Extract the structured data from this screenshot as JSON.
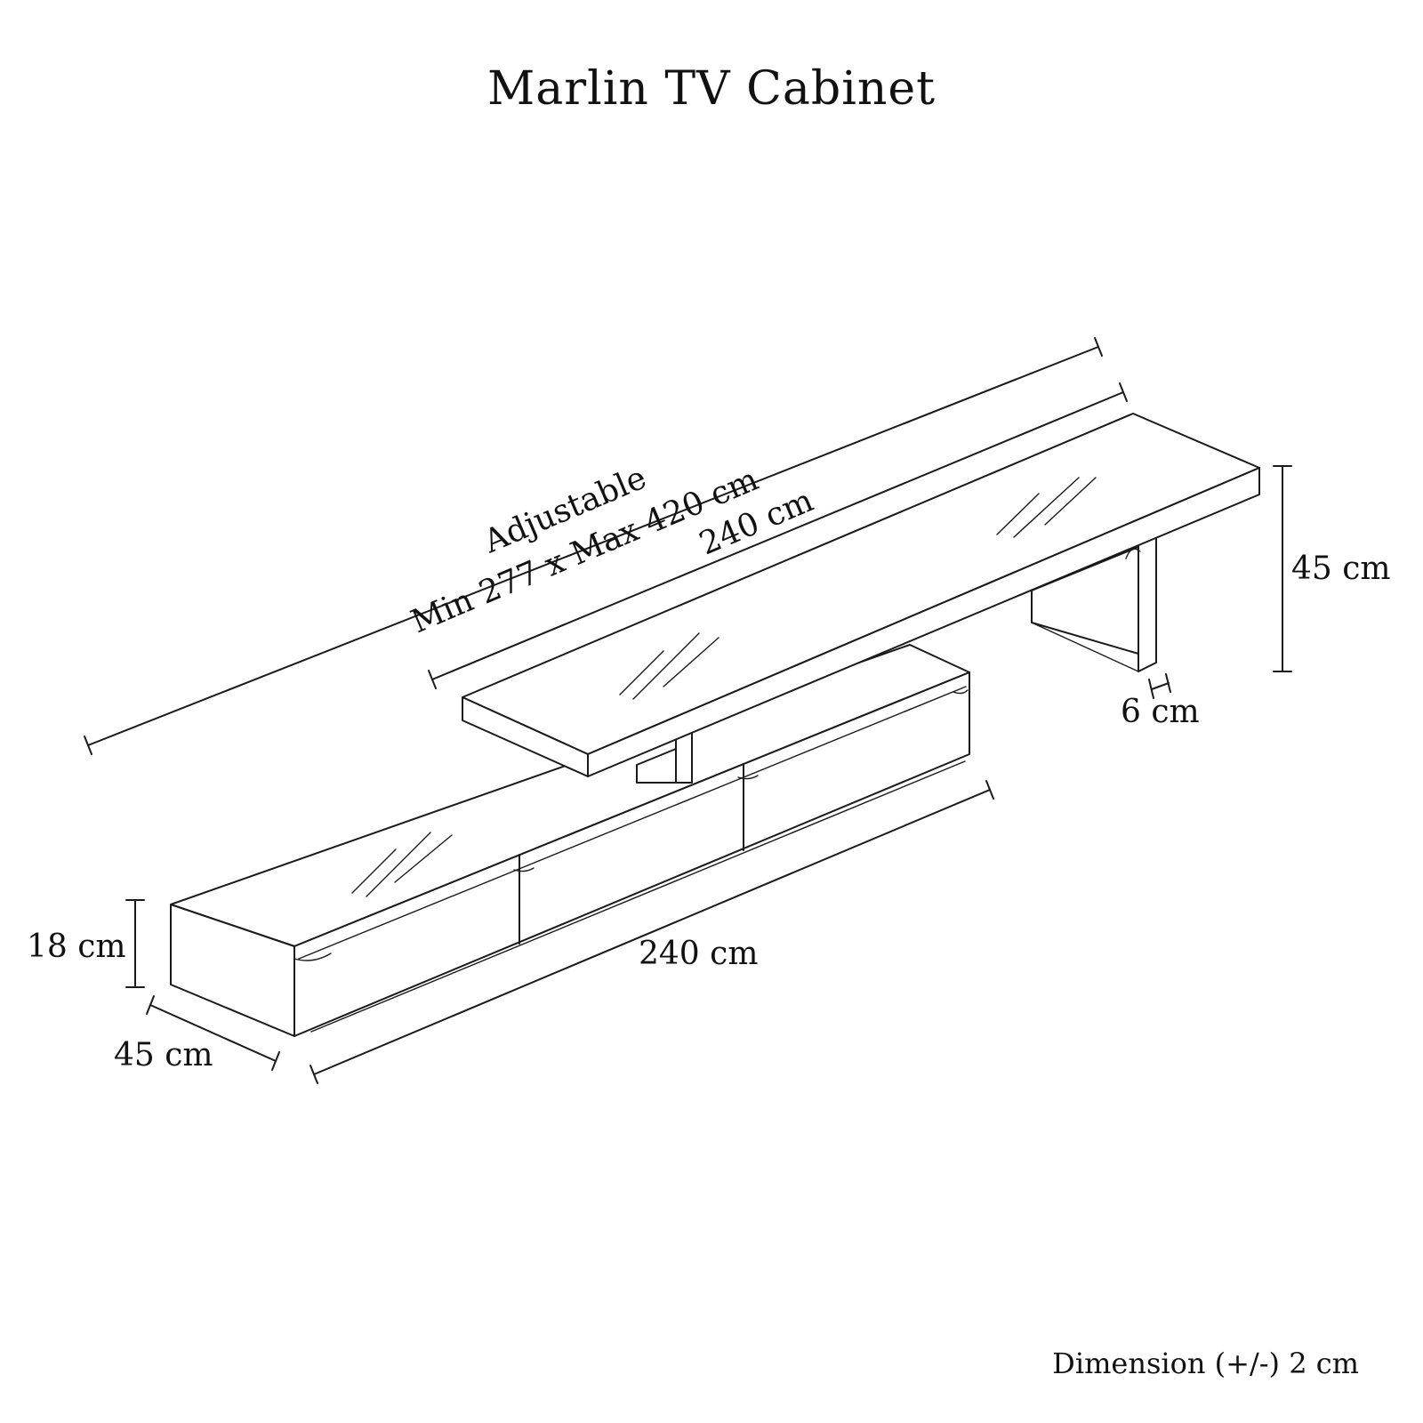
{
  "title": "Marlin TV Cabinet",
  "dimensions": {
    "adjustable_line1": "Adjustable",
    "adjustable_line2": "Min 277 x Max 420 cm",
    "top_length": "240 cm",
    "height": "45 cm",
    "leg_thickness": "6 cm",
    "base_height": "18 cm",
    "base_length": "240 cm",
    "base_depth": "45 cm"
  },
  "footer": "Dimension (+/-) 2 cm"
}
